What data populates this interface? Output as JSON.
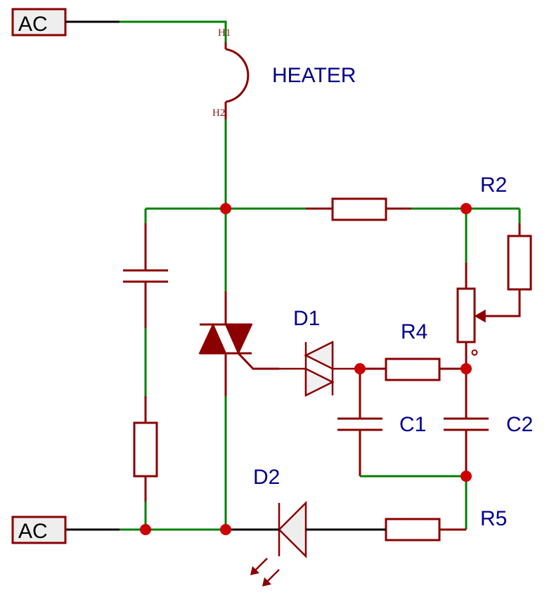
{
  "terminals": {
    "top": "AC",
    "bottom": "AC"
  },
  "labels": {
    "heater": "HEATER",
    "h1": "H1",
    "h2": "H2",
    "r2": "R2",
    "d1": "D1",
    "r4": "R4",
    "c1": "C1",
    "c2": "C2",
    "d2": "D2",
    "r5": "R5"
  },
  "colors": {
    "wire": "#008000",
    "lead": "#000000",
    "component": "#8b0000",
    "junction": "#cc0000",
    "label": "#00008b"
  }
}
